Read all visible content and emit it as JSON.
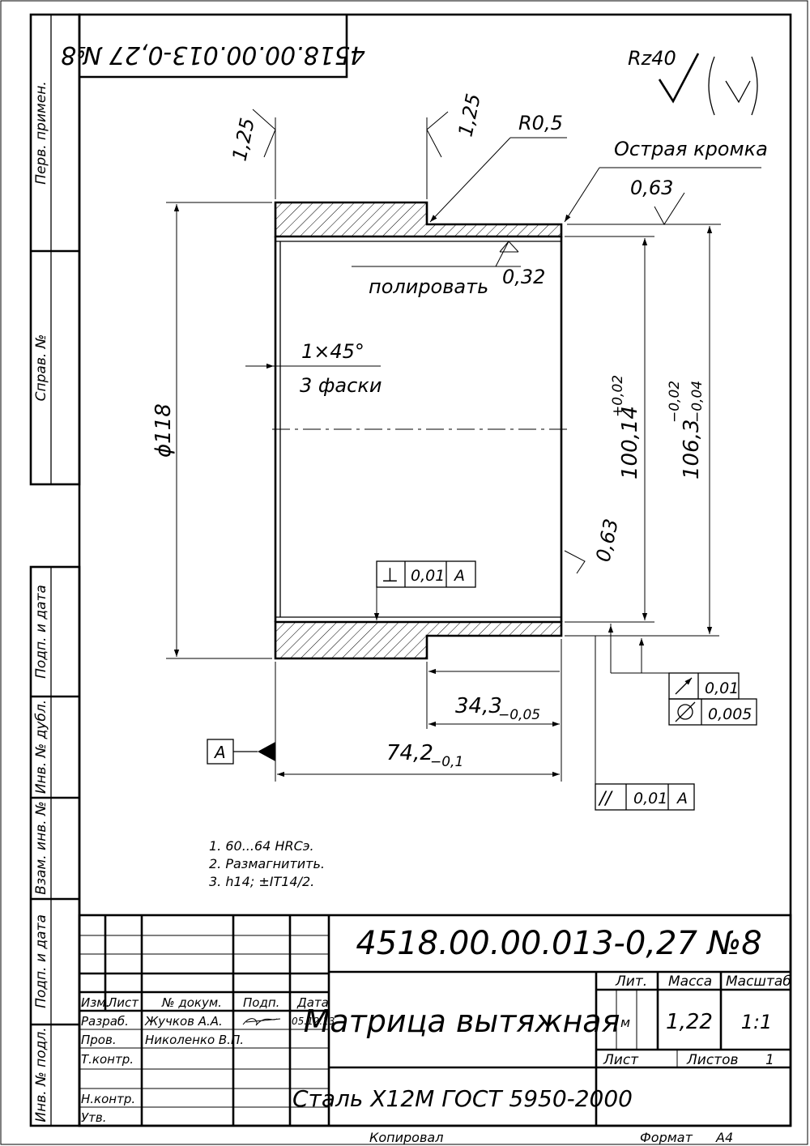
{
  "drawing": {
    "stamp_mirrored": "4518.00.00.013-0,27 №8",
    "roughness_general": "Rz40",
    "dims": {
      "chamfer_left": "1,25",
      "chamfer_right": "1,25",
      "radius": "R0,5",
      "sharp_edge": "Острая кромка",
      "roughness_top": "0,63",
      "polish_note": "полировать",
      "polish_roughness": "0,32",
      "chamfer_size": "1×45°",
      "chamfer_count": "3 фаски",
      "diameter": "ϕ118",
      "inner_dim_main": "100,14",
      "inner_dim_tol": "+0,02",
      "outer_dim_main": "106,3",
      "outer_dim_tol_up": "−0,02",
      "outer_dim_tol_low": "−0,04",
      "roughness_right": "0,63",
      "length_small_main": "34,3",
      "length_small_tol": "−0,05",
      "length_total_main": "74,2",
      "length_total_tol": "−0,1"
    },
    "tolerances": {
      "perp_symbol": "⊥",
      "perp_value": "0,01",
      "perp_base": "A",
      "runout_value": "0,01",
      "cyl_value": "0,005",
      "parallel_symbol": "//",
      "parallel_value": "0,01",
      "parallel_base": "A",
      "datum_label": "A"
    },
    "notes": [
      "1. 60...64 HRCэ.",
      "2. Размагнитить.",
      "3. h14; ±IT14/2."
    ]
  },
  "side_labels": {
    "perv_primen": "Перв. примен.",
    "sprav_no": "Справ. №",
    "podp_data_1": "Подп. и дата",
    "inv_dubl": "Инв. № дубл.",
    "vzam_inv": "Взам. инв. №",
    "podp_data_2": "Подп. и дата",
    "inv_podl": "Инв. № подл."
  },
  "title_block": {
    "designation": "4518.00.00.013-0,27 №8",
    "name": "Матрица вытяжная",
    "material": "Сталь Х12М ГОСТ 5950-2000",
    "col_headers": {
      "izm": "Изм.",
      "list": "Лист",
      "doc": "№ докум.",
      "podp": "Подп.",
      "data": "Дата"
    },
    "rows": [
      {
        "role": "Разраб.",
        "name": "Жучков А.А.",
        "sign": "signature",
        "date": "05.12.13"
      },
      {
        "role": "Пров.",
        "name": "Николенко В.П."
      },
      {
        "role": "Т.контр.",
        "name": ""
      },
      {
        "role": "Н.контр.",
        "name": ""
      },
      {
        "role": "Утв.",
        "name": ""
      }
    ],
    "lit_label": "Лит.",
    "lit_value": "м",
    "mass_label": "Масса",
    "mass_value": "1,22",
    "scale_label": "Масштаб",
    "scale_value": "1:1",
    "sheet_label": "Лист",
    "sheets_label": "Листов",
    "sheets_value": "1"
  },
  "footer": {
    "copied": "Копировал",
    "format": "Формат",
    "format_value": "А4"
  }
}
